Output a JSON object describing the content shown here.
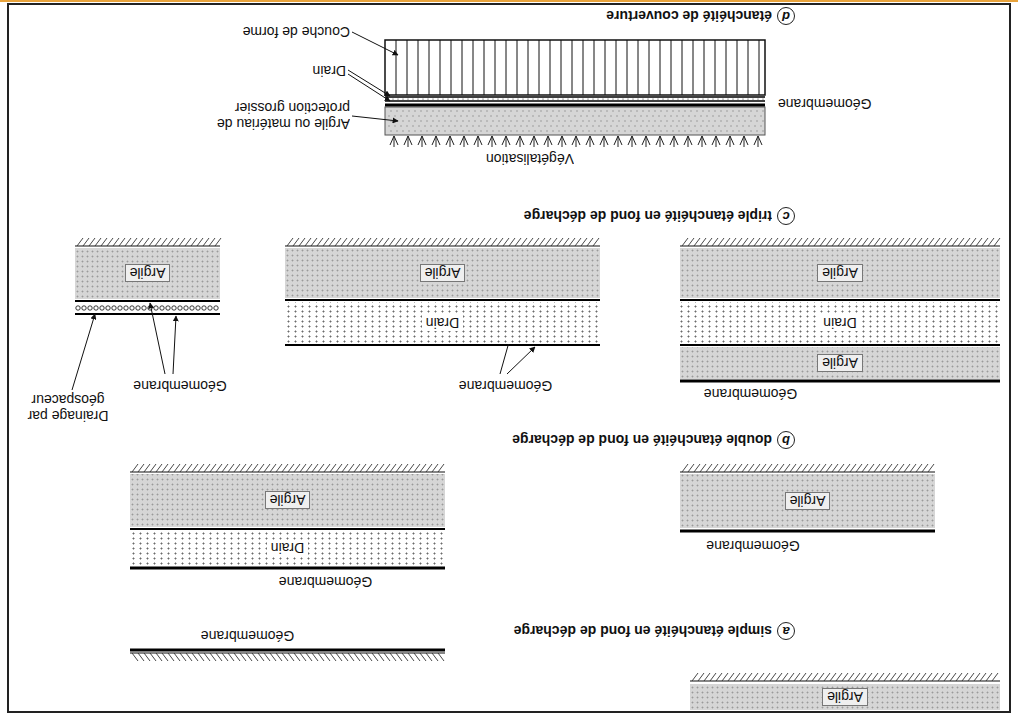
{
  "diagram": {
    "nodes": [
      {
        "text": [
          "Argile"
        ]
      },
      {
        "text": [
          "a"
        ]
      },
      {
        "text": [
          "Argile"
        ]
      },
      {
        "text": [
          "Argile"
        ]
      },
      {
        "text": [
          "Drain"
        ]
      },
      {
        "text": [
          "b"
        ]
      },
      {
        "text": [
          "Argile"
        ]
      },
      {
        "text": [
          "Drain"
        ]
      },
      {
        "text": [
          "Argile"
        ]
      },
      {
        "text": [
          "Argile"
        ]
      },
      {
        "text": [
          "Drain"
        ]
      },
      {
        "text": [
          "Argile"
        ]
      },
      {
        "text": [
          "c"
        ]
      },
      {
        "text": [
          "d"
        ]
      }
    ],
    "labels": [
      "Géomembrane",
      "simple étanchéité en fond de décharge",
      "Géomembrane",
      "Géomembrane",
      "double étanchéité en fond de décharge",
      "Géomembrane",
      "Géomembrane",
      "Géomembrane",
      "Drainage par géospaceur",
      "triple étanchéité en fond de décharge",
      "Végétalisation",
      "Argile ou matériau de protection grossier",
      "Géomembrane",
      "Drain",
      "Couche de forme",
      "étanchéité de couverture"
    ]
  }
}
